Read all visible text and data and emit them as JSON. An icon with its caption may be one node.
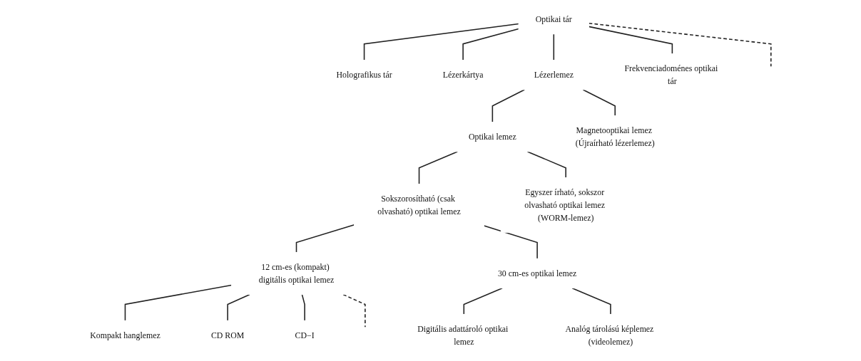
{
  "diagram": {
    "nodes": [
      {
        "text": [
          "Optikai tár"
        ]
      },
      {
        "text": [
          "Holografikus tár"
        ]
      },
      {
        "text": [
          "Lézerkártya"
        ]
      },
      {
        "text": [
          "Lézerlemez"
        ]
      },
      {
        "text": [
          "Frekvenciadoménes optikai tár"
        ]
      },
      {
        "text": [
          "Optikai lemez"
        ]
      },
      {
        "text": [
          "Magnetooptikai lemez (Újraírható lézerlemez)"
        ]
      },
      {
        "text": [
          "Sokszorosítható (csak olvasható) optikai lemez"
        ]
      },
      {
        "text": [
          "Egyszer írható, sokszor olvasható optikai lemez (WORM-lemez)"
        ]
      },
      {
        "text": [
          "12 cm-es (kompakt) digitális optikai lemez"
        ]
      },
      {
        "text": [
          "30 cm-es optikai lemez"
        ]
      },
      {
        "text": [
          "Kompakt hanglemez"
        ]
      },
      {
        "text": [
          "CD ROM"
        ]
      },
      {
        "text": [
          "CD−I"
        ]
      },
      {
        "text": [
          "Digitális adattároló optikai lemez"
        ]
      },
      {
        "text": [
          "Analóg tárolású képlemez (videolemez)"
        ]
      }
    ],
    "edges": [
      {
        "from": 0,
        "to": 1,
        "arrow": "none"
      },
      {
        "from": 0,
        "to": 2,
        "arrow": "none"
      },
      {
        "from": 0,
        "to": 3,
        "arrow": "none"
      },
      {
        "from": 0,
        "to": 4,
        "arrow": "none"
      },
      {
        "from": 0,
        "to": null,
        "arrow": "none",
        "style": "dashed"
      },
      {
        "from": 3,
        "to": 5,
        "arrow": "none"
      },
      {
        "from": 3,
        "to": 6,
        "arrow": "none"
      },
      {
        "from": 5,
        "to": 7,
        "arrow": "none"
      },
      {
        "from": 5,
        "to": 8,
        "arrow": "none"
      },
      {
        "from": 7,
        "to": 9,
        "arrow": "none"
      },
      {
        "from": 7,
        "to": 10,
        "arrow": "none"
      },
      {
        "from": 9,
        "to": 11,
        "arrow": "none"
      },
      {
        "from": 9,
        "to": 12,
        "arrow": "none"
      },
      {
        "from": 9,
        "to": 13,
        "arrow": "none"
      },
      {
        "from": 9,
        "to": null,
        "arrow": "none",
        "style": "dashed"
      },
      {
        "from": 10,
        "to": 14,
        "arrow": "none"
      },
      {
        "from": 10,
        "to": 15,
        "arrow": "none"
      }
    ]
  }
}
